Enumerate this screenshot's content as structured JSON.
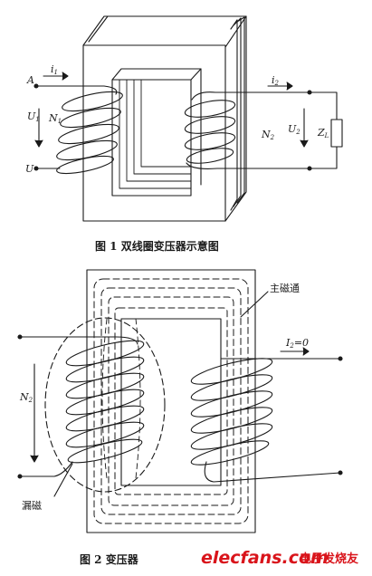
{
  "figure1": {
    "labels": {
      "input_top": "A",
      "input_bottom": "U",
      "current_primary": "i",
      "current_primary_sub": "1",
      "voltage_primary": "U",
      "voltage_primary_sub": "1",
      "turns_primary": "N",
      "turns_primary_sub": "1",
      "current_secondary": "i",
      "current_secondary_sub": "2",
      "turns_secondary": "N",
      "turns_secondary_sub": "2",
      "voltage_secondary": "U",
      "voltage_secondary_sub": "2",
      "load": "Z",
      "load_sub": "L"
    },
    "caption": "图 1   双线圈变压器示意图"
  },
  "figure2": {
    "labels": {
      "main_flux": "主磁通",
      "current_secondary": "I",
      "current_secondary_rest": "=0",
      "current_secondary_sub": "2",
      "turns": "N",
      "turns_sub": "2",
      "leakage": "漏磁"
    },
    "caption": "图 2   变压器"
  },
  "watermark": {
    "site": "elecfans.com",
    "tagline": "电子发烧友"
  },
  "colors": {
    "ink": "#1a1a1a",
    "watermark": "#d9141b"
  }
}
